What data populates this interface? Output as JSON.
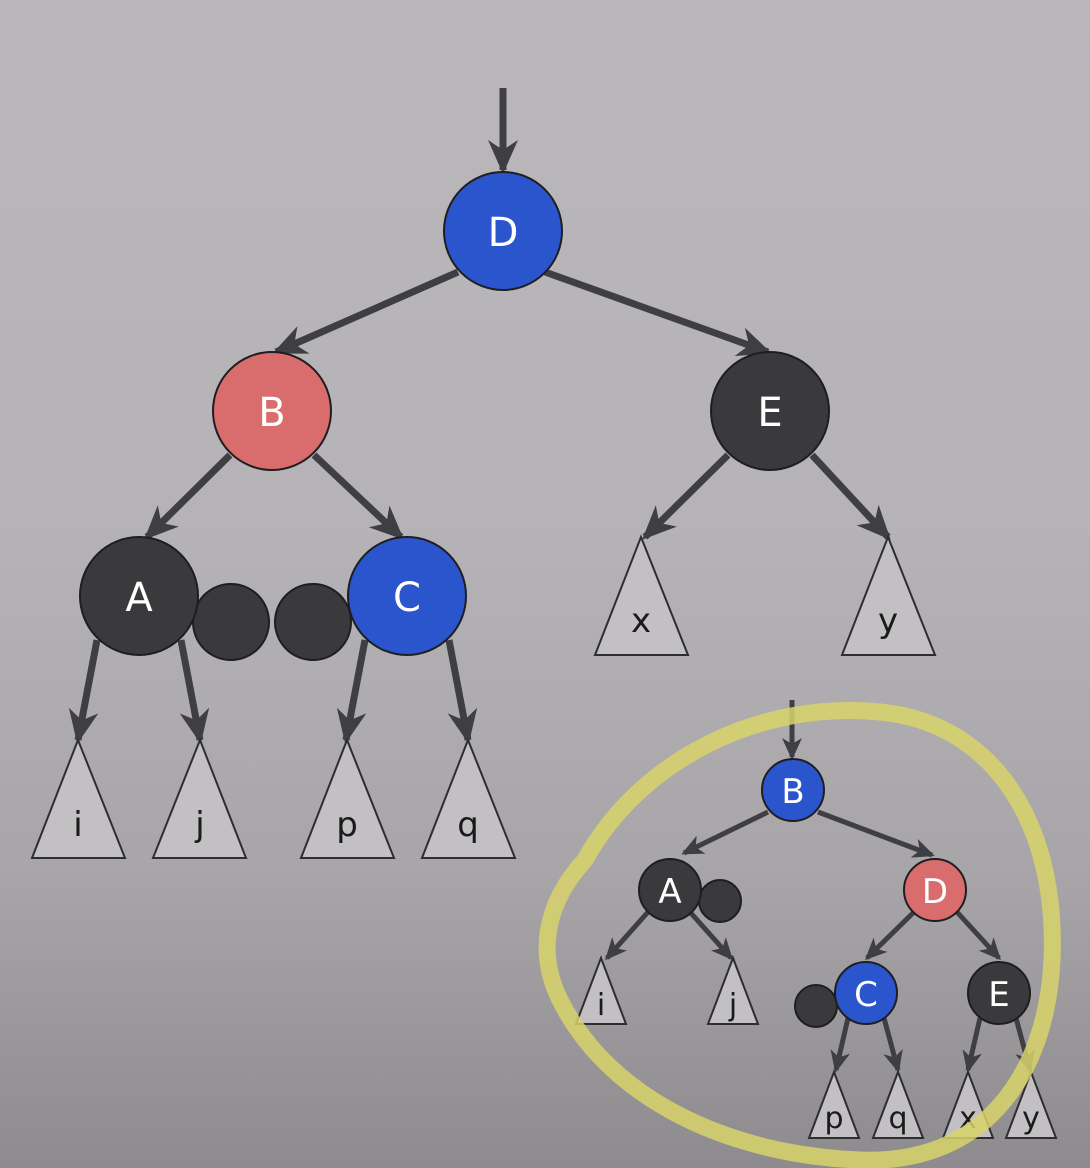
{
  "colors": {
    "blue": "#2a55cc",
    "red": "#d96c6c",
    "black": "#3a393c",
    "edge": "#3f3e42",
    "triangle_fill": "#c2c0c3",
    "highlight": "#d8d46a"
  },
  "main_tree": {
    "nodes": {
      "D": {
        "label": "D",
        "color": "blue"
      },
      "B": {
        "label": "B",
        "color": "red"
      },
      "E": {
        "label": "E",
        "color": "black"
      },
      "A": {
        "label": "A",
        "color": "black"
      },
      "C": {
        "label": "C",
        "color": "blue"
      }
    },
    "subtrees": {
      "i": "i",
      "j": "j",
      "p": "p",
      "q": "q",
      "x": "x",
      "y": "y"
    }
  },
  "mini_tree": {
    "nodes": {
      "B": {
        "label": "B",
        "color": "blue"
      },
      "A": {
        "label": "A",
        "color": "black"
      },
      "D": {
        "label": "D",
        "color": "red"
      },
      "C": {
        "label": "C",
        "color": "blue"
      },
      "E": {
        "label": "E",
        "color": "black"
      }
    },
    "subtrees": {
      "i": "i",
      "j": "j",
      "p": "p",
      "q": "q",
      "x": "x",
      "y": "y"
    }
  }
}
